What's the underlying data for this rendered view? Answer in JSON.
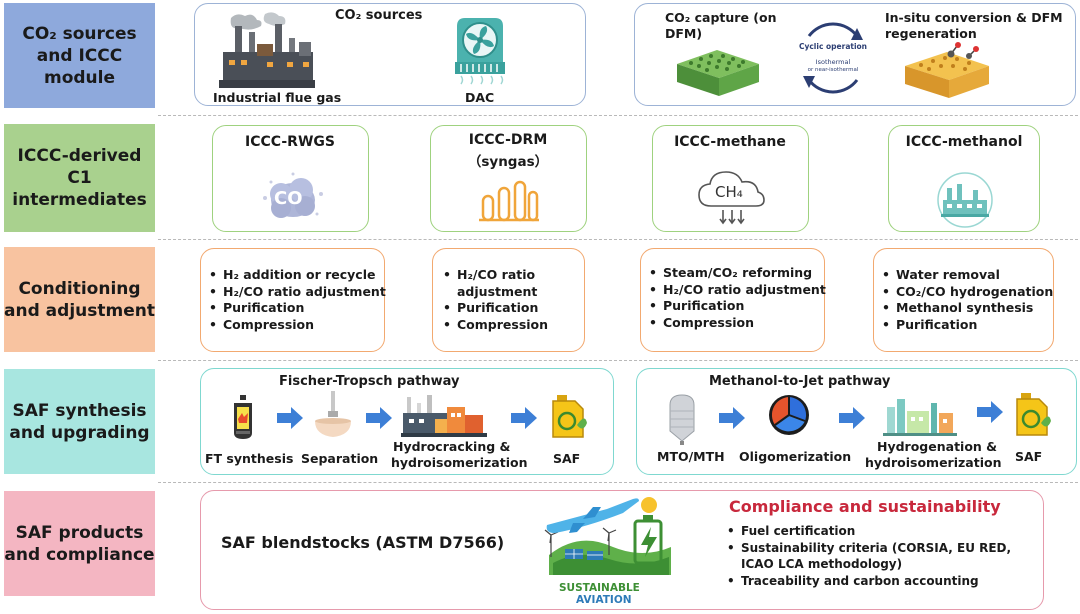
{
  "rows": [
    {
      "label": "CO₂ sources and ICCC module",
      "color": "#8ea9dc"
    },
    {
      "label": "ICCC-derived C1 intermediates",
      "color": "#a9d18e"
    },
    {
      "label": "Conditioning and adjustment",
      "color": "#f8c3a0"
    },
    {
      "label": "SAF synthesis and upgrading",
      "color": "#a8e6e0"
    },
    {
      "label": "SAF products and compliance",
      "color": "#f4b6c2"
    }
  ],
  "sources": {
    "title": "CO₂ sources",
    "flue_gas": "Industrial flue gas",
    "dac": "DAC"
  },
  "iccc_module": {
    "capture": "CO₂ capture (on DFM)",
    "conversion": "In-situ conversion & DFM regeneration",
    "cycle_title": "Cyclic operation",
    "cycle_line1": "Isothermal",
    "cycle_line2": "or near-isothermal"
  },
  "intermediates": [
    {
      "title": "ICCC-RWGS",
      "icon_text": "CO"
    },
    {
      "title": "ICCC-DRM",
      "subtitle": "（syngas）"
    },
    {
      "title": "ICCC-methane",
      "icon_text": "CH₄"
    },
    {
      "title": "ICCC-methanol"
    }
  ],
  "conditioning": [
    {
      "items": [
        "H₂ addition or recycle",
        "H₂/CO ratio adjustment",
        "Purification",
        "Compression"
      ]
    },
    {
      "items": [
        "H₂/CO ratio",
        "adjustment",
        "Purification",
        "Compression"
      ]
    },
    {
      "items": [
        "Steam/CO₂ reforming",
        "H₂/CO ratio adjustment",
        "Purification",
        "Compression"
      ]
    },
    {
      "items": [
        "Water removal",
        "CO₂/CO hydrogenation",
        "Methanol synthesis",
        "Purification"
      ]
    }
  ],
  "ft_pathway": {
    "title": "Fischer-Tropsch pathway",
    "step1": "FT synthesis",
    "step2": "Separation",
    "step3_line1": "Hydrocracking &",
    "step3_line2": "hydroisomerization",
    "step4": "SAF"
  },
  "mtj_pathway": {
    "title": "Methanol-to-Jet pathway",
    "step1": "MTO/MTH",
    "step2": "Oligomerization",
    "step3_line1": "Hydrogenation &",
    "step3_line2": "hydroisomerization",
    "step4": "SAF"
  },
  "products": {
    "blendstocks": "SAF blendstocks (ASTM D7566)",
    "logo_line1": "SUSTAINABLE",
    "logo_line2": "AVIATION",
    "compliance_title": "Compliance and sustainability",
    "compliance_items": [
      "Fuel certification",
      "Sustainability criteria (CORSIA, EU RED,",
      "ICAO LCA methodology)",
      "Traceability and carbon accounting"
    ]
  },
  "colors": {
    "blue_border": "#9db3d6",
    "green_border": "#9fd27f",
    "orange_border": "#f2a970",
    "teal_border": "#7fd8d0",
    "pink_border": "#e69aac",
    "arrow_blue": "#3d7fd6",
    "compliance_red": "#c8283c"
  }
}
